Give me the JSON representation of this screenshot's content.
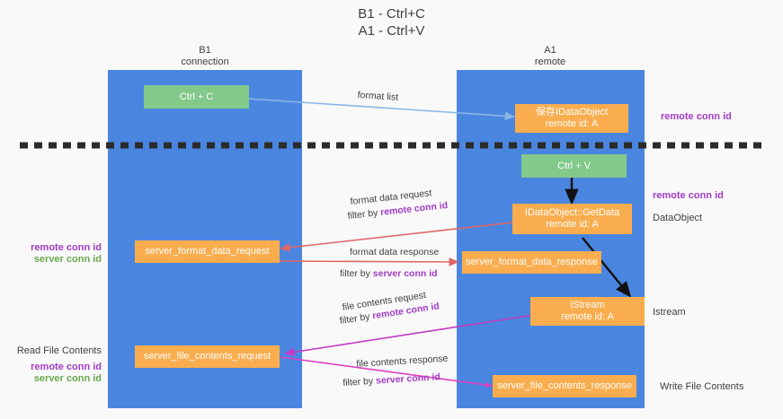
{
  "diagram": {
    "title": "B1 - Ctrl+C\nA1 - Ctrl+V",
    "type": "sequence-swimlane",
    "background_color": "#f9f9f9",
    "lane_color": "#4a86e0",
    "green_box_color": "#82c98a",
    "orange_box_color": "#f9ad4e",
    "purple_accent": "#a23bc4",
    "green_accent": "#6aa84f",
    "divider": {
      "name": "phase-divider",
      "style": "dashed",
      "color": "#3c4043"
    }
  },
  "columns": [
    {
      "id": "b1",
      "header": "B1\nconnection"
    },
    {
      "id": "a1",
      "header": "A1\nremote"
    }
  ],
  "nodes": [
    {
      "id": "ctrl-c",
      "label": "Ctrl + C",
      "color": "green",
      "lane": "b1"
    },
    {
      "id": "idataobject",
      "label": "保存IDataObject\nremote id: A",
      "color": "orange",
      "lane": "a1"
    },
    {
      "id": "ctrl-v",
      "label": "Ctrl + V",
      "color": "green",
      "lane": "a1"
    },
    {
      "id": "getdata",
      "label": "IDataObject::GetData\nremote id: A",
      "color": "orange",
      "lane": "a1"
    },
    {
      "id": "sfdreq",
      "label": "server_format_data_request",
      "color": "orange",
      "lane": "b1"
    },
    {
      "id": "sfdres",
      "label": "server_format_data_response",
      "color": "orange",
      "lane": "a1"
    },
    {
      "id": "istream",
      "label": "IStream\nremote id: A",
      "color": "orange",
      "lane": "a1"
    },
    {
      "id": "sfcreq",
      "label": "server_file_contents_request",
      "color": "orange",
      "lane": "b1"
    },
    {
      "id": "sfcres",
      "label": "server_file_contents_response",
      "color": "orange",
      "lane": "a1"
    }
  ],
  "edges": [
    {
      "id": "format-list",
      "caption": "format list",
      "filter": "",
      "filter_key": "",
      "color": "#8ab6e8"
    },
    {
      "id": "fmt-data-request",
      "caption": "format data request",
      "filter": "filter by ",
      "filter_key": "remote conn id",
      "filter_key_color": "purple",
      "color": "#e06666"
    },
    {
      "id": "fmt-data-response",
      "caption": "format data response",
      "filter": "filter by ",
      "filter_key": "server conn id",
      "filter_key_color": "purple",
      "color": "#e06666"
    },
    {
      "id": "file-contents-request",
      "caption": "file contents request",
      "filter": "filter by ",
      "filter_key": "remote conn id",
      "filter_key_color": "purple",
      "color": "#c23bc4"
    },
    {
      "id": "file-contents-response",
      "caption": "file contents response",
      "filter": "filter by ",
      "filter_key": "server conn id",
      "filter_key_color": "purple",
      "color": "#e040c0"
    }
  ],
  "side_labels": {
    "right": [
      {
        "id": "remote-conn-id-top",
        "text": "remote conn id",
        "style": "purple"
      },
      {
        "id": "remote-conn-id-mid",
        "text": "remote conn id",
        "style": "purple"
      },
      {
        "id": "dataobject",
        "text": "DataObject",
        "style": "dark"
      },
      {
        "id": "istream",
        "text": "Istream",
        "style": "dark"
      },
      {
        "id": "write-file-contents",
        "text": "Write File Contents",
        "style": "dark"
      }
    ],
    "left": [
      {
        "id": "conn-ids-mid",
        "text": "remote conn id",
        "style": "purple"
      },
      {
        "id": "conn-ids-mid-2",
        "text": "server conn id",
        "style": "green"
      },
      {
        "id": "read-file-contents",
        "text": "Read File Contents",
        "style": "dark"
      },
      {
        "id": "conn-ids-bottom",
        "text": "remote conn id",
        "style": "purple"
      },
      {
        "id": "conn-ids-bottom-2",
        "text": "server conn id",
        "style": "green"
      }
    ]
  }
}
